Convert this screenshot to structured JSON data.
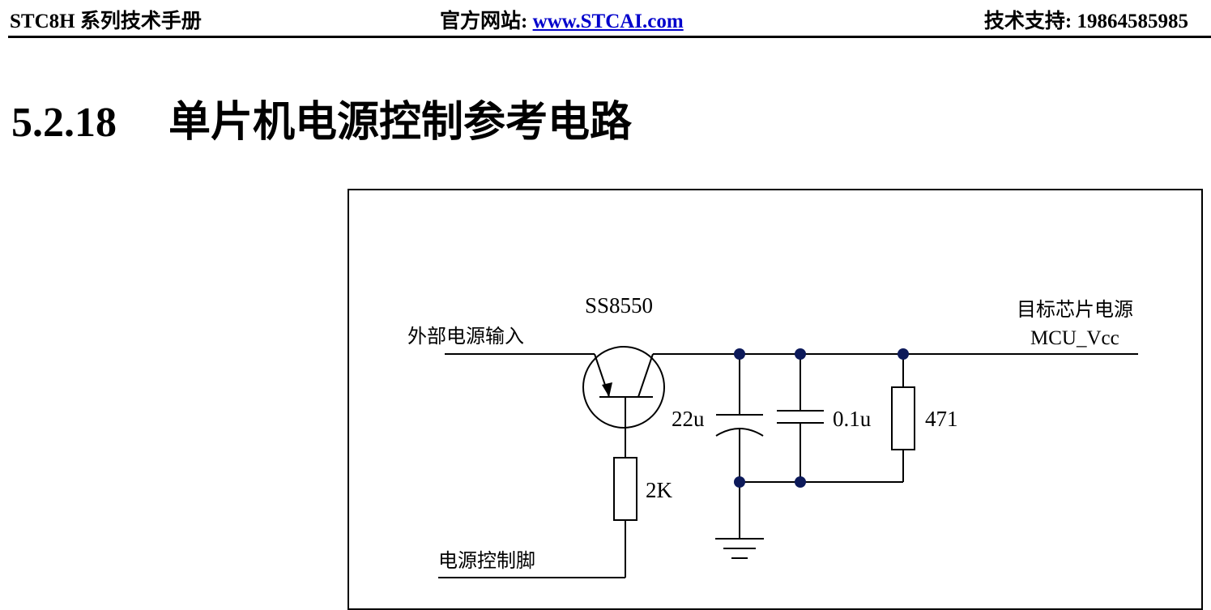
{
  "header": {
    "manual_title": "STC8H 系列技术手册",
    "website_label": "官方网站: ",
    "website_link": "www.STCAI.com",
    "support": "技术支持: 19864585985"
  },
  "section": {
    "number": "5.2.18",
    "title": "单片机电源控制参考电路"
  },
  "diagram": {
    "transistor_label": "SS8550",
    "input_label": "外部电源输入",
    "output_label_line1": "目标芯片电源",
    "output_label_line2": "MCU_Vcc",
    "cap1_label": "22u",
    "cap2_label": "0.1u",
    "resistor_out_label": "471",
    "resistor_base_label": "2K",
    "control_label": "电源控制脚"
  }
}
